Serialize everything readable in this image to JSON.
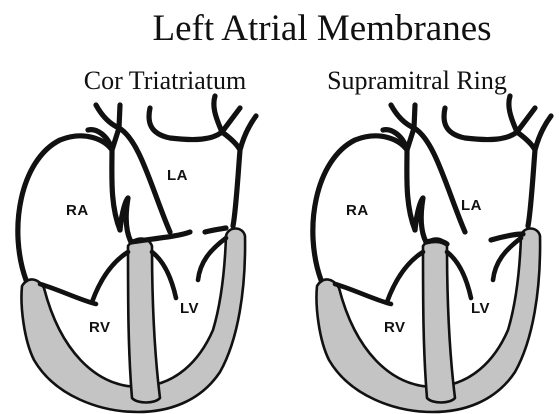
{
  "title": "Left Atrial Membranes",
  "panels": [
    {
      "subtitle": "Cor Triatriatum",
      "labels": {
        "ra": "RA",
        "la": "LA",
        "rv": "RV",
        "lv": "LV"
      }
    },
    {
      "subtitle": "Supramitral Ring",
      "labels": {
        "ra": "RA",
        "la": "LA",
        "rv": "RV",
        "lv": "LV"
      }
    }
  ],
  "colors": {
    "outline": "#111111",
    "myocardium": "#c4c4c4",
    "background": "#ffffff"
  }
}
